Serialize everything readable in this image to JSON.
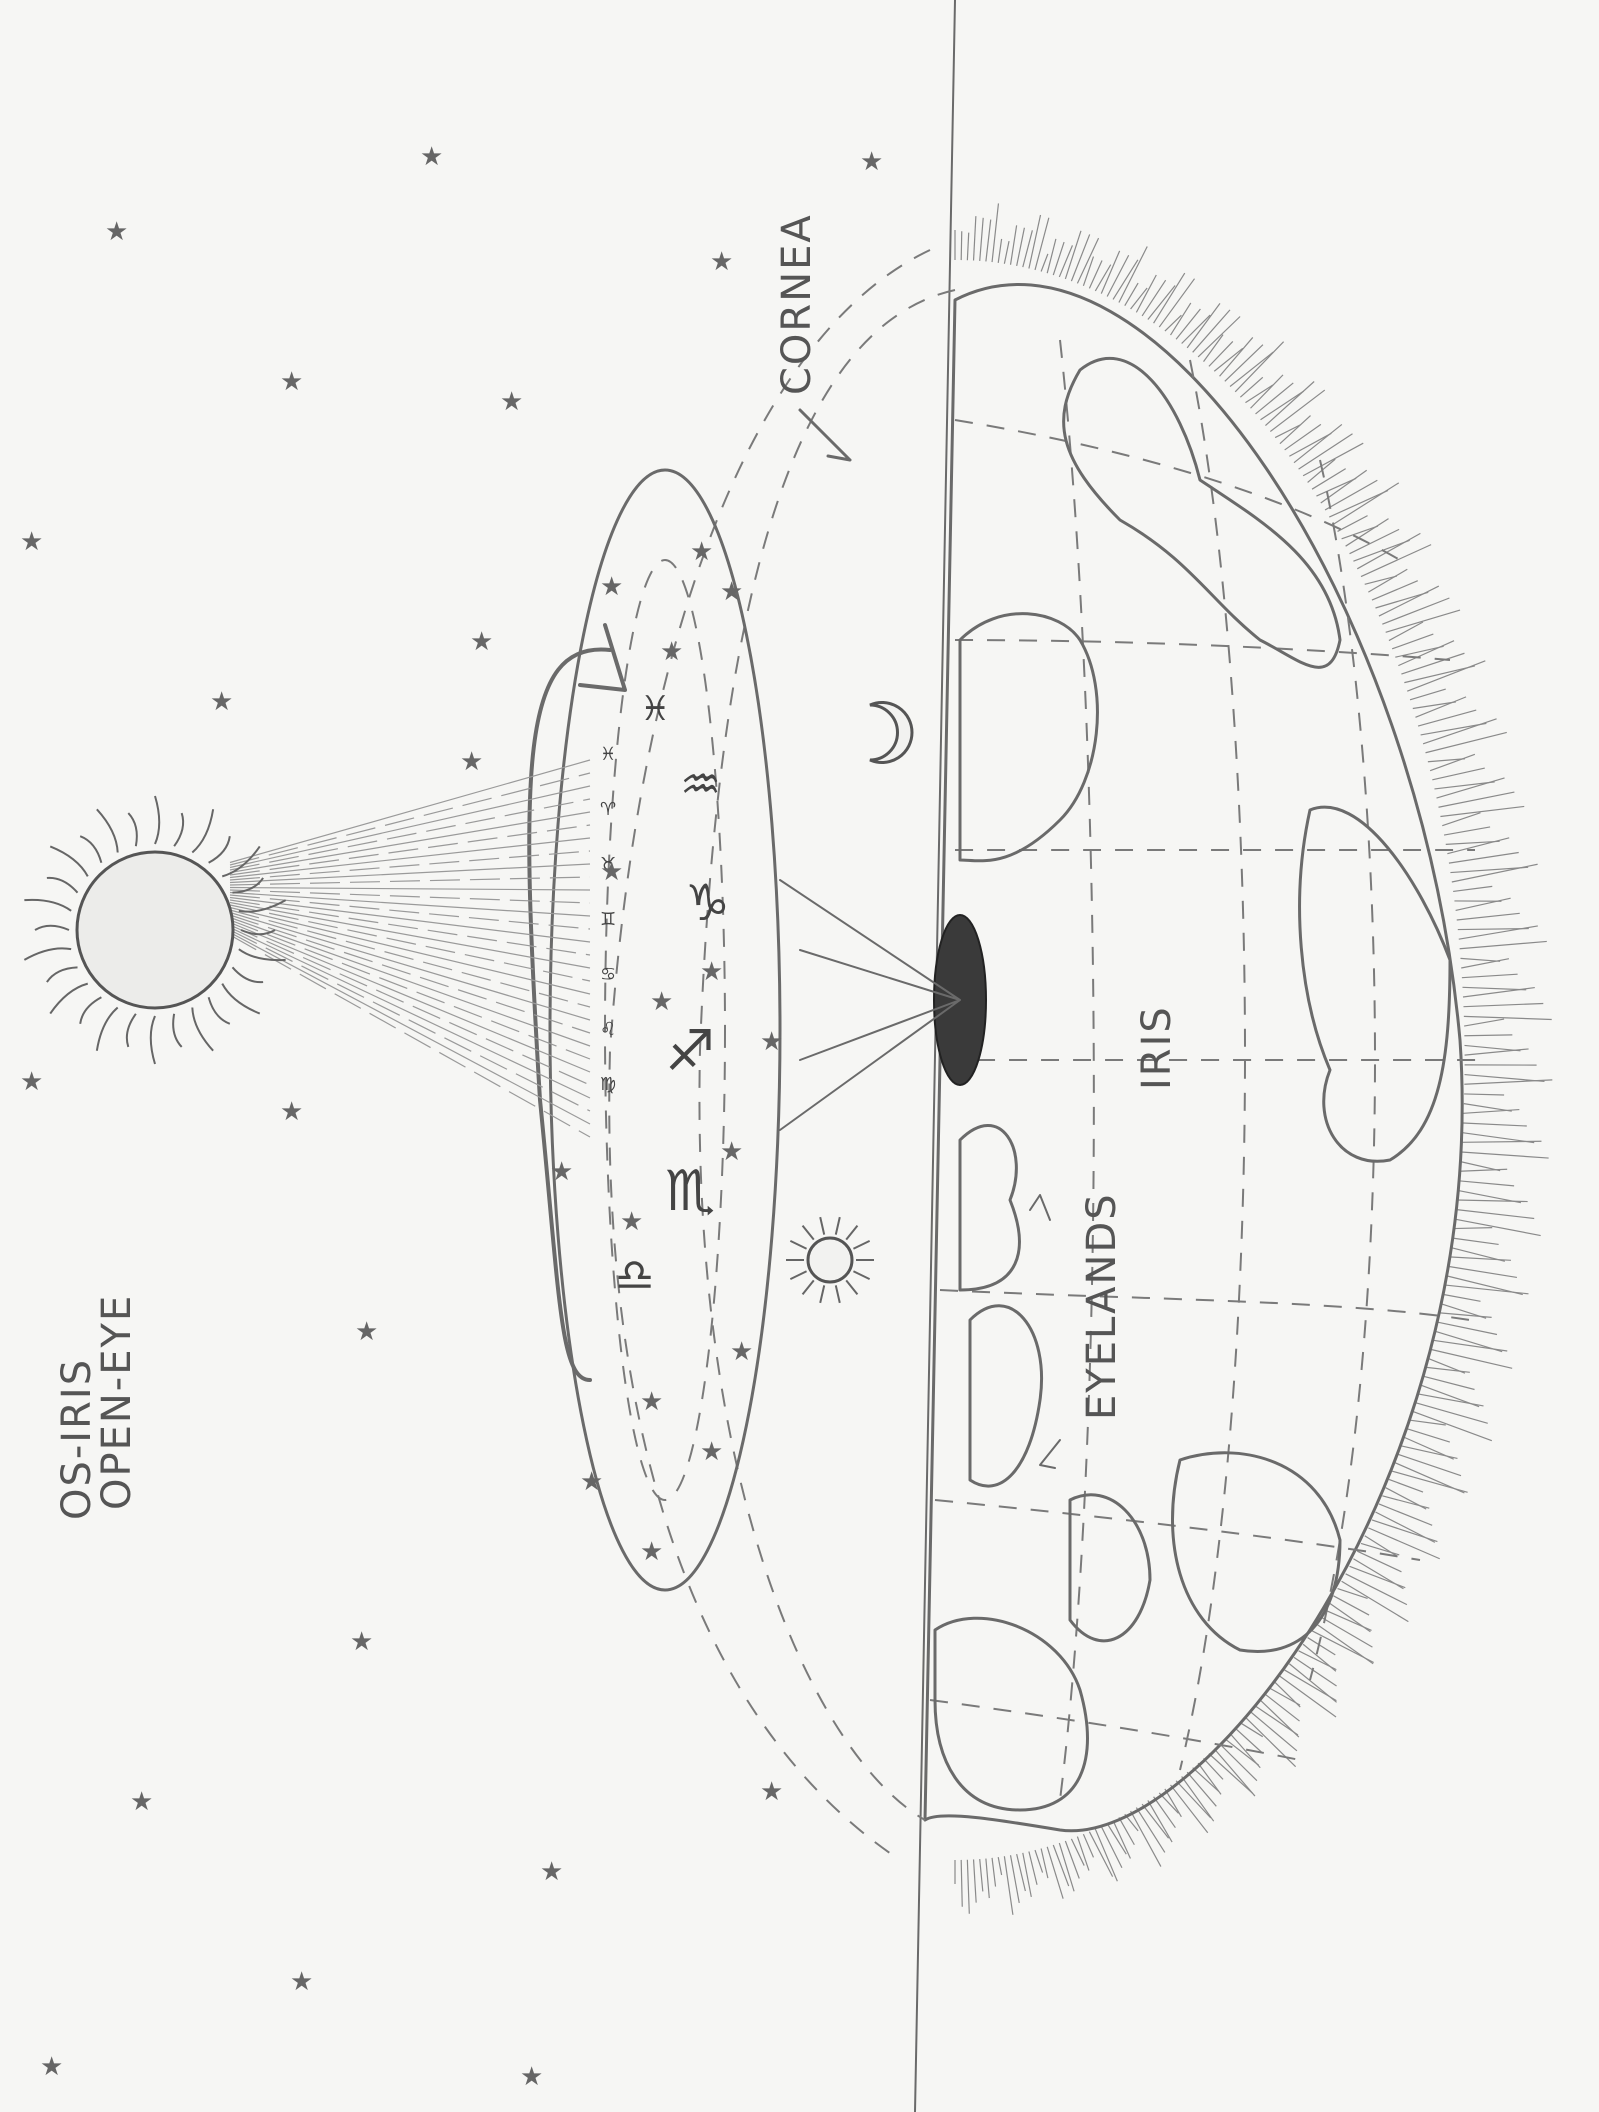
{
  "labels": {
    "title_line1": "OS-IRIS",
    "title_line2": "OPEN-EYE",
    "cornea": "CORNEA",
    "iris": "IRIS",
    "eyelands": "EYELANDS"
  },
  "zodiac_glyphs": {
    "pisces": "♓",
    "aquarius": "♒",
    "capricorn": "♑",
    "sagittarius": "♐",
    "scorpio": "♏",
    "libra": "♎"
  },
  "ring_glyphs": [
    "♓",
    "♈",
    "♉",
    "♊",
    "♋",
    "♌",
    "♍"
  ],
  "icons": {
    "sun": "sun-icon",
    "moon": "crescent-moon-icon",
    "small_sun": "small-sun-icon",
    "star": "star-icon"
  },
  "star_glyph": "★",
  "colors": {
    "paper": "#f6f6f4",
    "pencil": "#6a6a6a"
  }
}
